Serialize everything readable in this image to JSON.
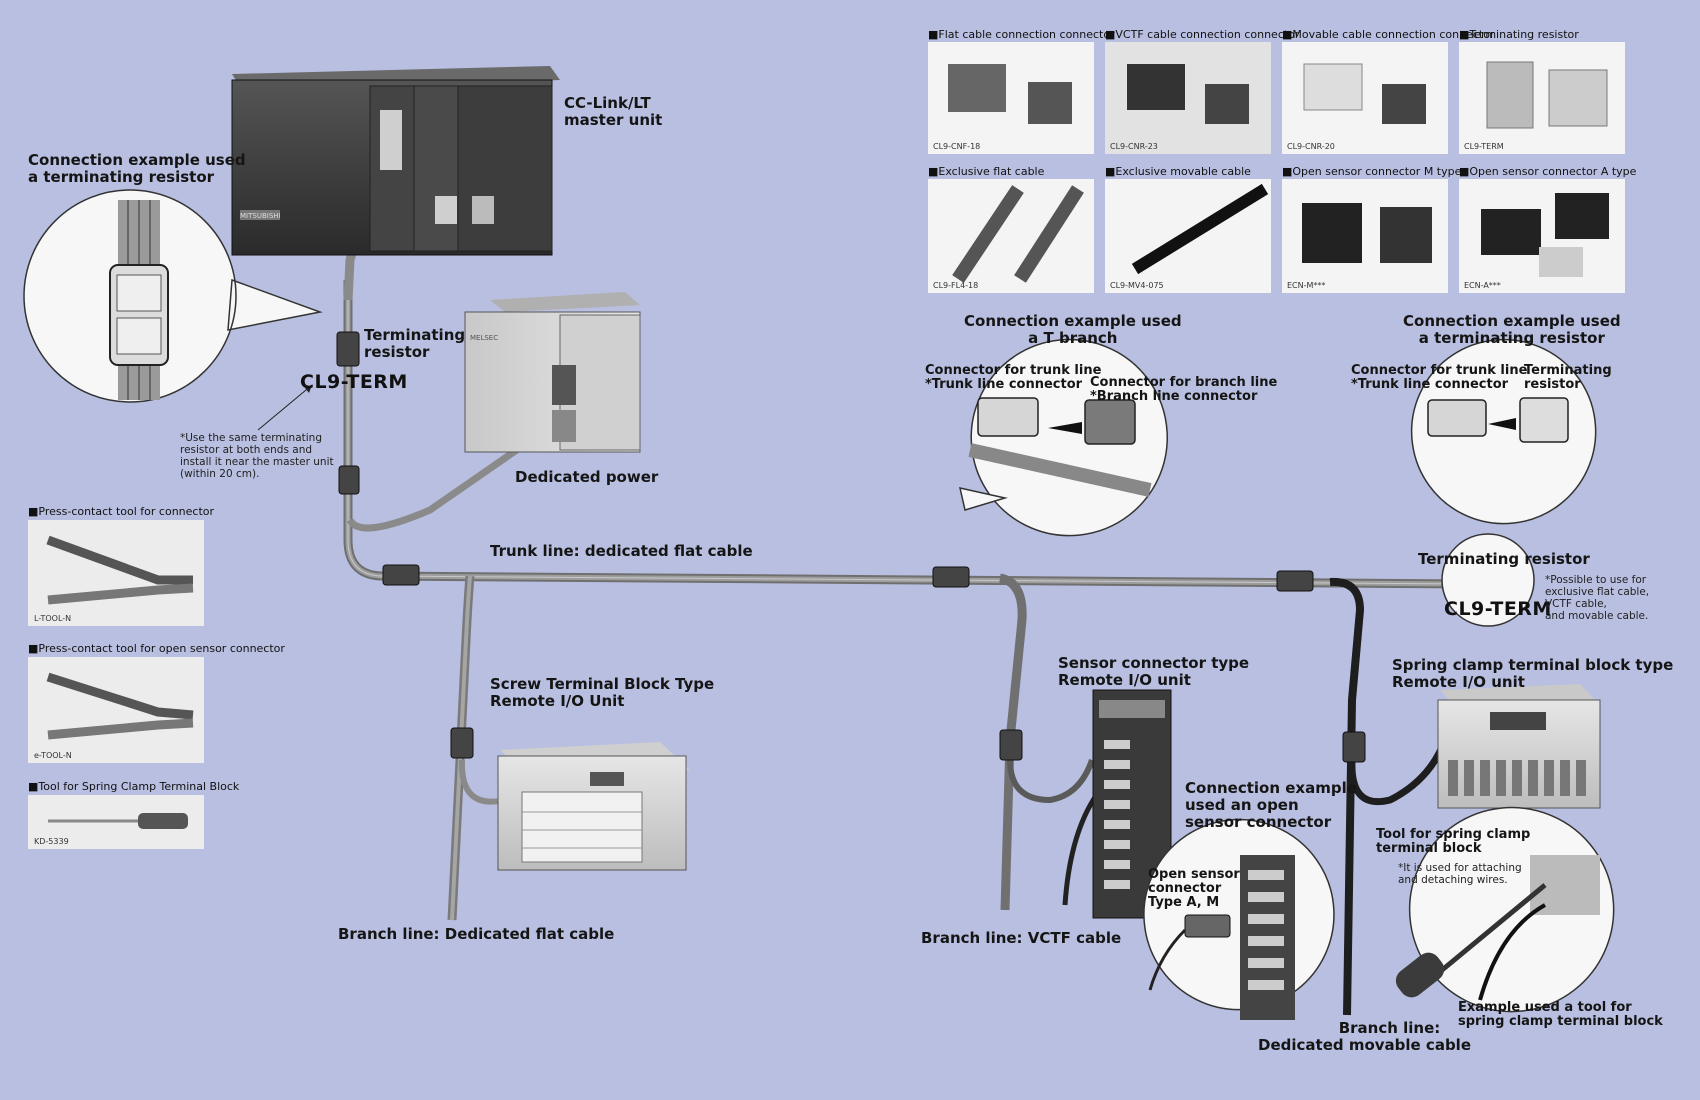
{
  "labels": {
    "master_unit": [
      "CC-Link/LT",
      "master unit"
    ],
    "conn_example_term": [
      "Connection example used",
      "a terminating resistor"
    ],
    "terminating_resistor_small": [
      "Terminating",
      "resistor"
    ],
    "cl9_term_left": "CL9-TERM",
    "note_left": [
      "*Use the same terminating",
      "resistor at both ends and",
      "install it near the master unit",
      "(within 20 cm)."
    ],
    "dedicated_power": "Dedicated power",
    "trunk_line": "Trunk line: dedicated flat cable",
    "screw_terminal": [
      "Screw Terminal Block Type",
      "Remote I/O Unit"
    ],
    "branch_flat": "Branch line: Dedicated flat cable",
    "sensor_connector": [
      "Sensor connector type",
      "Remote I/O unit"
    ],
    "branch_vctf": "Branch line: VCTF cable",
    "conn_open_sensor": [
      "Connection example",
      "used an open",
      "sensor connector"
    ],
    "open_sensor_type": [
      "Open sensor",
      "connector",
      "Type A, M"
    ],
    "spring_clamp": [
      "Spring clamp terminal block type",
      "Remote I/O unit"
    ],
    "tool_spring": [
      "Tool for spring clamp",
      "terminal block"
    ],
    "tool_spring_note": [
      "*It is used for attaching",
      "and detaching wires."
    ],
    "example_tool": [
      "Example used a tool for",
      "spring clamp terminal block"
    ],
    "branch_movable": [
      "Branch line:",
      "Dedicated movable cable"
    ],
    "conn_t_branch": [
      "Connection example used",
      "a T branch"
    ],
    "trunk_connector_a": [
      "Connector for trunk line",
      "*Trunk line connector"
    ],
    "branch_connector": [
      "Connector for branch line",
      "*Branch line connector"
    ],
    "conn_term_right": [
      "Connection example used",
      "a terminating resistor"
    ],
    "trunk_connector_b": [
      "Connector for trunk line",
      "*Trunk line connector"
    ],
    "term_resistor_right": [
      "Terminating",
      "resistor"
    ],
    "terminating_resistor_main": "Terminating resistor",
    "cl9_term_right": "CL9-TERM",
    "note_right": [
      "*Possible to use for",
      "exclusive flat cable,",
      "VCTF cable,",
      "and movable cable."
    ]
  },
  "products": [
    {
      "title": "■Flat cable connection connector",
      "code": "CL9-CNF-18"
    },
    {
      "title": "■VCTF cable connection connector",
      "code": "CL9-CNR-23"
    },
    {
      "title": "■Movable cable connection connector",
      "code": "CL9-CNR-20"
    },
    {
      "title": "■Terminating resistor",
      "code": "CL9-TERM"
    },
    {
      "title": "■Exclusive flat cable",
      "code": "CL9-FL4-18"
    },
    {
      "title": "■Exclusive movable cable",
      "code": "CL9-MV4-075"
    },
    {
      "title": "■Open sensor connector M type",
      "code": "ECN-M***"
    },
    {
      "title": "■Open sensor connector A type",
      "code": "ECN-A***"
    }
  ],
  "tools": [
    {
      "title": "■Press-contact tool for connector",
      "code": "L-TOOL-N"
    },
    {
      "title": "■Press-contact tool for open sensor connector",
      "code": "e-TOOL-N"
    },
    {
      "title": "■Tool for Spring Clamp Terminal Block",
      "code": "KD-5339"
    }
  ],
  "device_text": {
    "brand": "MITSUBISHI",
    "melsec": "MELSEC"
  },
  "colors": {
    "background": "#b9bfe0",
    "cable_gray": "#8a8a8a",
    "cable_dark": "#2a2a2a",
    "device_dark": "#3a3a3a",
    "device_light": "#d8d8d8"
  }
}
